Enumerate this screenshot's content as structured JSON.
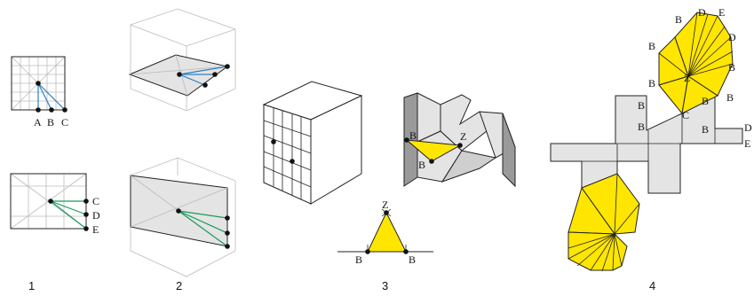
{
  "panels": [
    {
      "number": "1",
      "point_labels": [
        "A",
        "B",
        "C",
        "C",
        "D",
        "E"
      ]
    },
    {
      "number": "2"
    },
    {
      "number": "3",
      "point_labels": [
        "B",
        "Z",
        "B",
        "Z",
        "B",
        "B"
      ]
    },
    {
      "number": "4",
      "point_labels": [
        "B",
        "D",
        "E",
        "B",
        "D",
        "B",
        "Z",
        "B",
        "B",
        "B",
        "C",
        "B",
        "B",
        "B",
        "D",
        "E"
      ]
    }
  ],
  "colors": {
    "highlight_yellow": "#ffe600",
    "face_gray": "#e4e4e4",
    "dark_gray": "#9a9a9a",
    "blue_line": "#2a7fc1",
    "green_line": "#1a9a5a",
    "grid_gray": "#bbbbbb"
  }
}
